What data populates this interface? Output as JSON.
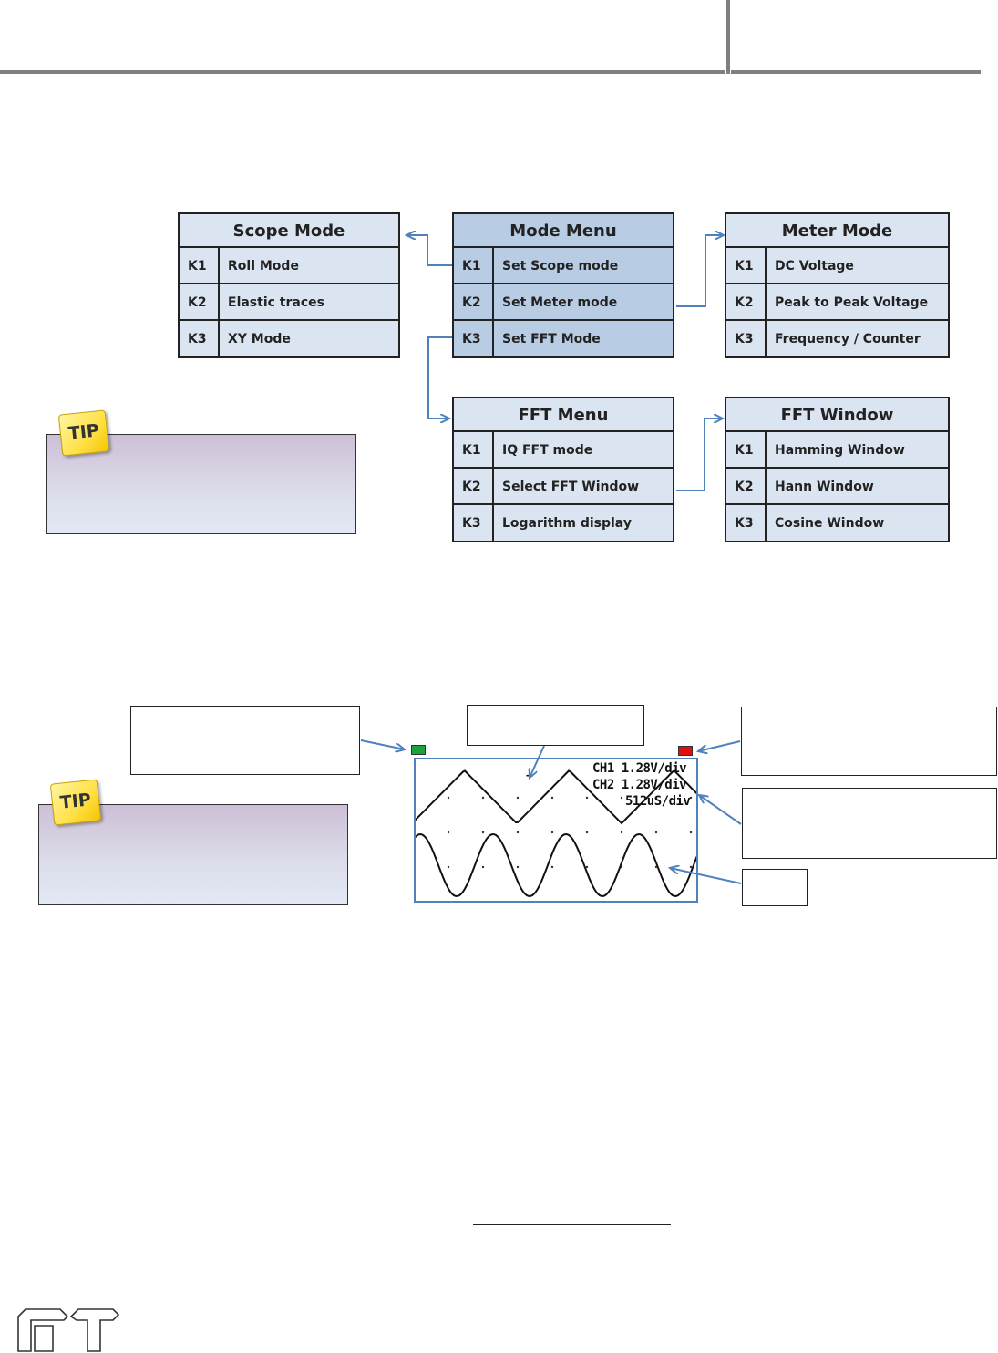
{
  "menus": {
    "scope_mode": {
      "title": "Scope Mode",
      "rows": [
        {
          "key": "K1",
          "label": "Roll Mode"
        },
        {
          "key": "K2",
          "label": "Elastic traces"
        },
        {
          "key": "K3",
          "label": "XY Mode"
        }
      ]
    },
    "mode_menu": {
      "title": "Mode Menu",
      "rows": [
        {
          "key": "K1",
          "label": "Set Scope mode"
        },
        {
          "key": "K2",
          "label": "Set Meter mode"
        },
        {
          "key": "K3",
          "label": "Set FFT Mode"
        }
      ]
    },
    "meter_mode": {
      "title": "Meter Mode",
      "rows": [
        {
          "key": "K1",
          "label": "DC Voltage"
        },
        {
          "key": "K2",
          "label": "Peak to Peak Voltage"
        },
        {
          "key": "K3",
          "label": "Frequency / Counter"
        }
      ]
    },
    "fft_menu": {
      "title": "FFT Menu",
      "rows": [
        {
          "key": "K1",
          "label": "IQ FFT mode"
        },
        {
          "key": "K2",
          "label": "Select FFT Window"
        },
        {
          "key": "K3",
          "label": "Logarithm display"
        }
      ]
    },
    "fft_window": {
      "title": "FFT Window",
      "rows": [
        {
          "key": "K1",
          "label": "Hamming Window"
        },
        {
          "key": "K2",
          "label": "Hann Window"
        },
        {
          "key": "K3",
          "label": "Cosine Window"
        }
      ]
    }
  },
  "tips": {
    "tip1_label": "TIP",
    "tip2_label": "TIP"
  },
  "scope_display": {
    "ch1": "CH1 1.28V/div",
    "ch2": "CH2 1.28V/div",
    "timebase": "512uS/div",
    "trigger_mark": "+"
  },
  "colors": {
    "arrow": "#4f81bd",
    "led_left": "#1aa33a",
    "led_right": "#e01010",
    "menu_light": "#dbe5f1",
    "menu_dark": "#b8cce4"
  }
}
